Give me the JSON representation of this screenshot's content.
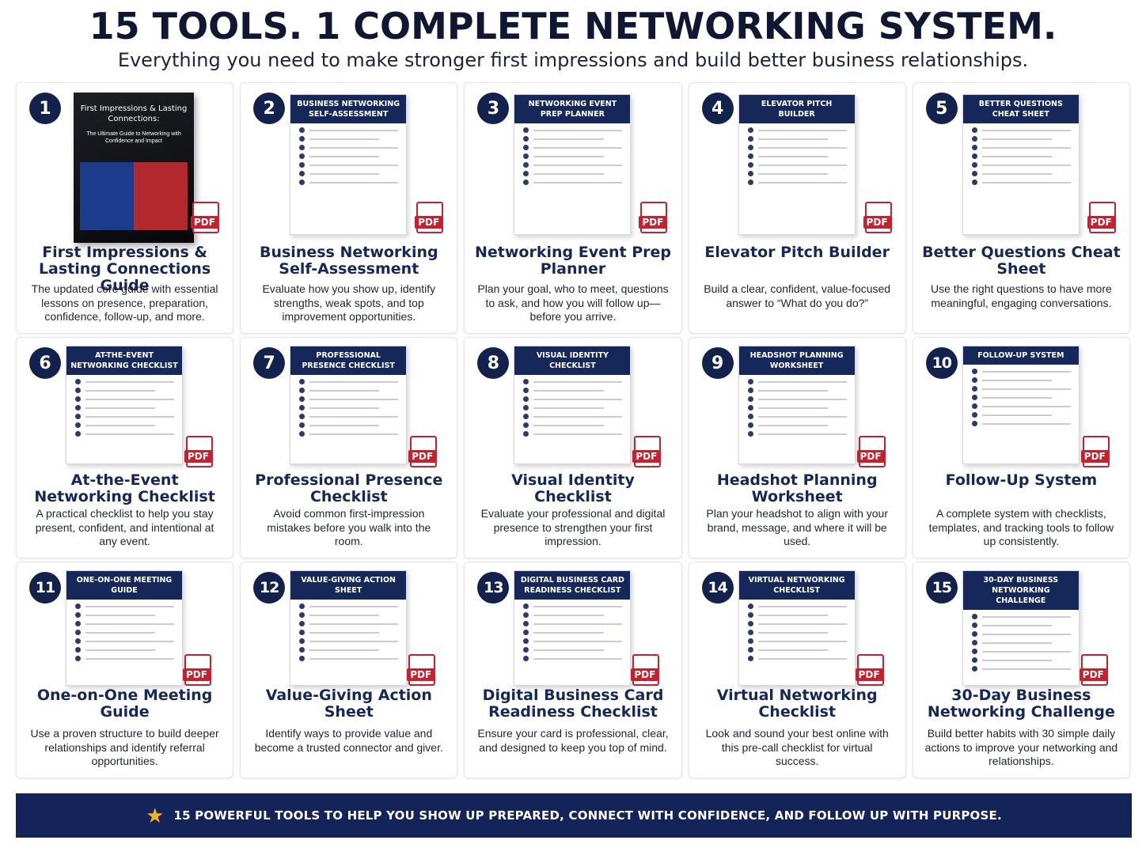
{
  "header": {
    "headline": "15 TOOLS. 1 COMPLETE NETWORKING SYSTEM.",
    "subhead": "Everything you need to make stronger first impressions and build better business relationships."
  },
  "cover": {
    "title": "First Impressions & Lasting Connections:",
    "subtitle": "The Ultimate Guide to Networking with Confidence and Impact"
  },
  "pdf_badge": "PDF",
  "tools": [
    {
      "number": "1",
      "doc_header": "",
      "title": "First Impressions & Lasting Connections Guide",
      "description": "The updated core guide with essential lessons on presence, preparation, confidence, follow-up, and more."
    },
    {
      "number": "2",
      "doc_header": "BUSINESS NETWORKING SELF-ASSESSMENT",
      "title": "Business Networking Self-Assessment",
      "description": "Evaluate how you show up, identify strengths, weak spots, and top improvement opportunities."
    },
    {
      "number": "3",
      "doc_header": "NETWORKING EVENT PREP PLANNER",
      "title": "Networking Event Prep Planner",
      "description": "Plan your goal, who to meet, questions to ask, and how you will follow up—before you arrive."
    },
    {
      "number": "4",
      "doc_header": "ELEVATOR PITCH BUILDER",
      "title": "Elevator Pitch Builder",
      "description": "Build a clear, confident, value-focused answer to “What do you do?”"
    },
    {
      "number": "5",
      "doc_header": "BETTER QUESTIONS CHEAT SHEET",
      "title": "Better Questions Cheat Sheet",
      "description": "Use the right questions to have more meaningful, engaging conversations."
    },
    {
      "number": "6",
      "doc_header": "AT-THE-EVENT NETWORKING CHECKLIST",
      "title": "At-the-Event Networking Checklist",
      "description": "A practical checklist to help you stay present, confident, and intentional at any event."
    },
    {
      "number": "7",
      "doc_header": "PROFESSIONAL PRESENCE CHECKLIST",
      "title": "Professional Presence Checklist",
      "description": "Avoid common first-impression mistakes before you walk into the room."
    },
    {
      "number": "8",
      "doc_header": "VISUAL IDENTITY CHECKLIST",
      "title": "Visual Identity Checklist",
      "description": "Evaluate your professional and digital presence to strengthen your first impression."
    },
    {
      "number": "9",
      "doc_header": "HEADSHOT PLANNING WORKSHEET",
      "title": "Headshot Planning Worksheet",
      "description": "Plan your headshot to align with your brand, message, and where it will be used."
    },
    {
      "number": "10",
      "doc_header": "FOLLOW-UP SYSTEM",
      "title": "Follow-Up System",
      "description": "A complete system with checklists, templates, and tracking tools to follow up consistently."
    },
    {
      "number": "11",
      "doc_header": "ONE-ON-ONE MEETING GUIDE",
      "title": "One-on-One Meeting Guide",
      "description": "Use a proven structure to build deeper relationships and identify referral opportunities."
    },
    {
      "number": "12",
      "doc_header": "VALUE-GIVING ACTION SHEET",
      "title": "Value-Giving Action Sheet",
      "description": "Identify ways to provide value and become a trusted connector and giver."
    },
    {
      "number": "13",
      "doc_header": "DIGITAL BUSINESS CARD READINESS CHECKLIST",
      "title": "Digital Business Card Readiness Checklist",
      "description": "Ensure your card is professional, clear, and designed to keep you top of mind."
    },
    {
      "number": "14",
      "doc_header": "VIRTUAL NETWORKING CHECKLIST",
      "title": "Virtual Networking Checklist",
      "description": "Look and sound your best online with this pre-call checklist for virtual success."
    },
    {
      "number": "15",
      "doc_header": "30-DAY BUSINESS NETWORKING CHALLENGE",
      "title": "30-Day Business Networking Challenge",
      "description": "Build better habits with 30 simple daily actions to improve your networking and relationships."
    }
  ],
  "banner": {
    "text": "15 POWERFUL TOOLS TO HELP YOU SHOW UP PREPARED, CONNECT WITH CONFIDENCE, AND FOLLOW UP WITH PURPOSE.",
    "icon": "star-icon"
  },
  "colors": {
    "navy": "#14235a",
    "pdf_red": "#c8202f",
    "star_gold": "#f2b424"
  }
}
